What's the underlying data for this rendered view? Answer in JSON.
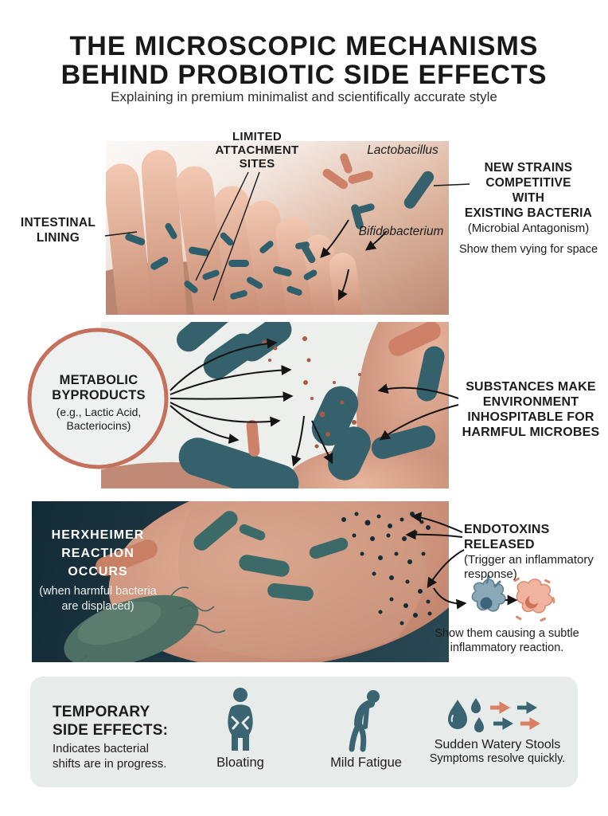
{
  "header": {
    "title": "THE MICROSCOPIC MECHANISMS\nBEHIND PROBIOTIC SIDE EFFECTS",
    "subtitle": "Explaining in premium minimalist and scientifically accurate style"
  },
  "panel1": {
    "label_limited_attachment": "LIMITED\nATTACHMENT\nSITES",
    "label_intestinal_lining": "INTESTINAL\nLINING",
    "species_lactobacillus": "Lactobacillus",
    "species_bifidobacterium": "Bifidobacterium",
    "right_heading": "NEW STRAINS\nCOMPETITIVE\nWITH\nEXISTING BACTERIA",
    "right_subheading": "(Microbial Antagonism)",
    "right_note": "Show them vying for space"
  },
  "panel2": {
    "circle_heading": "METABOLIC\nBYPRODUCTS",
    "circle_subheading": "(e.g., Lactic Acid,\nBacteriocins)",
    "right_heading": "SUBSTANCES MAKE\nENVIRONMENT\nINHOSPITABLE FOR\nHARMFUL MICROBES"
  },
  "panel3": {
    "left_heading": "HERXHEIMER\nREACTION\nOCCURS",
    "left_subheading": "(when harmful bacteria\nare displaced)",
    "right_heading": "ENDOTOXINS\nRELEASED",
    "right_subheading": "(Trigger an inflammatory\nresponse)",
    "right_note": "Show them causing a subtle\ninflammatory reaction."
  },
  "footer": {
    "heading": "TEMPORARY\nSIDE EFFECTS:",
    "subheading": "Indicates bacterial\nshifts are in progress.",
    "items": [
      {
        "label": "Bloating"
      },
      {
        "label": "Mild Fatigue"
      },
      {
        "label": "Sudden Watery Stools",
        "sublabel": "Symptoms resolve quickly."
      }
    ]
  },
  "colors": {
    "teal": "#3b6472",
    "salmon": "#d97f63",
    "dark_panel": "#1d3945",
    "card_bg": "#e7ebe9",
    "circle_accent": "#c4705a",
    "text": "#1c1c1c"
  }
}
